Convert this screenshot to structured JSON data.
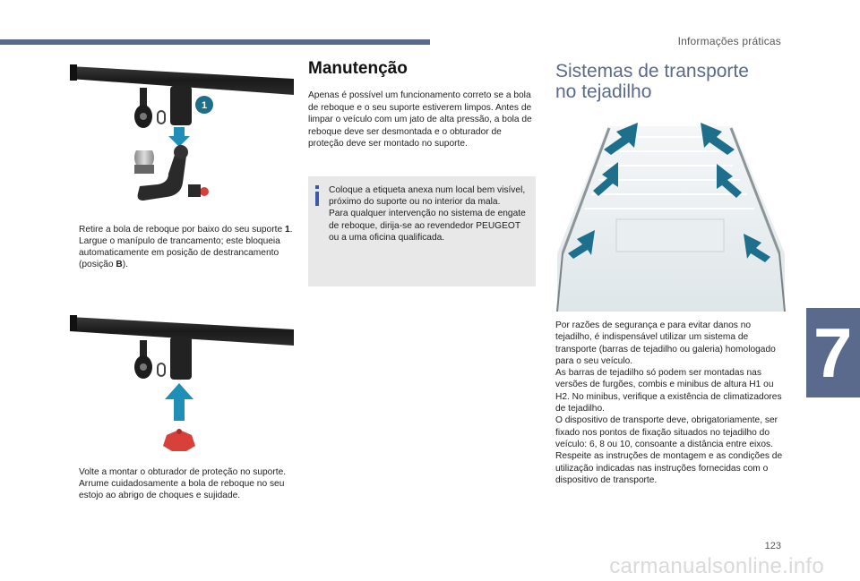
{
  "header": {
    "section_title": "Informações práticas"
  },
  "page": {
    "number": "123",
    "chapter": "7",
    "watermark": "carmanualsonline.info"
  },
  "figure1": {
    "callout": "1"
  },
  "bullets_top": [
    {
      "text": "Retire a bola de reboque por baixo do seu suporte ",
      "bold": "1",
      "after": "."
    },
    {
      "text": "Largue o manípulo de trancamento; este bloqueia automaticamente em posição de destrancamento (posição ",
      "bold": "B",
      "after": ")."
    }
  ],
  "bullets_bottom": [
    {
      "text": "Volte a montar o obturador de proteção no suporte."
    },
    {
      "text": "Arrume cuidadosamente a bola de reboque no seu estojo ao abrigo de choques e sujidade."
    }
  ],
  "bullet_marker": "",
  "maintenance": {
    "title": "Manutenção",
    "paragraph": "Apenas é possível um funcionamento correto se a bola de reboque e o seu suporte estiverem limpos. Antes de limpar o veículo com um jato de alta pressão, a bola de reboque deve ser desmontada e o obturador de proteção deve ser montado no suporte.",
    "info_lines": [
      "Coloque a etiqueta anexa num local bem visível, próximo do suporte ou no interior da mala.",
      "Para qualquer intervenção no sistema de engate de reboque, dirija-se ao revendedor PEUGEOT ou a uma oficina qualificada."
    ]
  },
  "roof": {
    "title_line1": "Sistemas de transporte",
    "title_line2": "no tejadilho",
    "lines": [
      "Por razões de segurança e para evitar danos no tejadilho, é indispensável utilizar um sistema de transporte (barras de tejadilho ou galeria) homologado para o seu veículo.",
      "As barras de tejadilho só podem ser montadas nas versões de furgões, combis e minibus de altura H1 ou H2. No minibus, verifique a existência de climatizadores de tejadilho.",
      "O dispositivo de transporte deve, obrigatoriamente, ser fixado nos pontos de fixação situados no tejadilho do veículo: 6, 8 ou 10, consoante a distância entre eixos.",
      "Respeite as instruções de montagem e as condições de utilização indicadas nas instruções fornecidas com o dispositivo de transporte."
    ]
  },
  "colors": {
    "accent": "#5a6a8c",
    "arrow_teal": "#1d6f8c",
    "arrow_blue": "#1f8fb8",
    "info_blue": "#3d5aa8",
    "infobox_bg": "#e8e8e8",
    "cap_red": "#d8403a"
  }
}
